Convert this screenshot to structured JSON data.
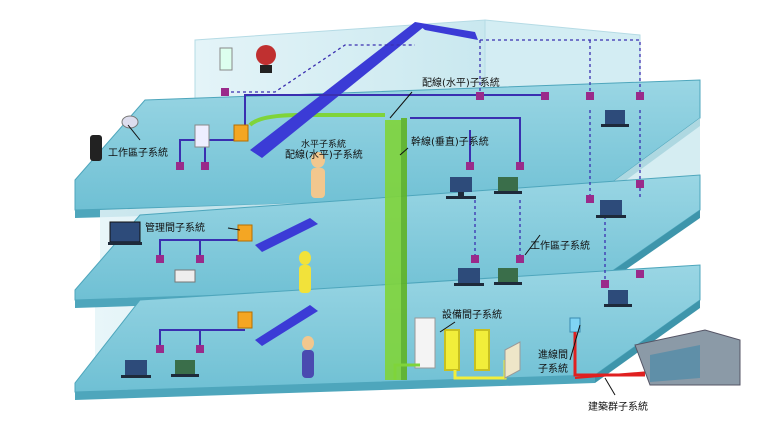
{
  "labels": {
    "horizontal_top": "配線(水平)子系統",
    "horizontal_mid_small": "水平子系統",
    "horizontal_mid": "配線(水平)子系統",
    "backbone": "幹線(垂直)子系統",
    "work_area_left": "工作區子系統",
    "admin_room": "管理間子系統",
    "work_area_right": "工作區子系統",
    "equipment_room": "設備間子系統",
    "entrance_line1": "進線間",
    "entrance_line2": "子系統",
    "campus": "建築群子系統"
  },
  "colors": {
    "floor_top": "#8fd0e0",
    "floor_edge": "#5aaec3",
    "wall": "#d6eef4",
    "horizontal_cable": "#3b3bd6",
    "backbone_cable": "#7fd43a",
    "campus_cable": "#e02020",
    "outlet": "#9a2a8a"
  }
}
